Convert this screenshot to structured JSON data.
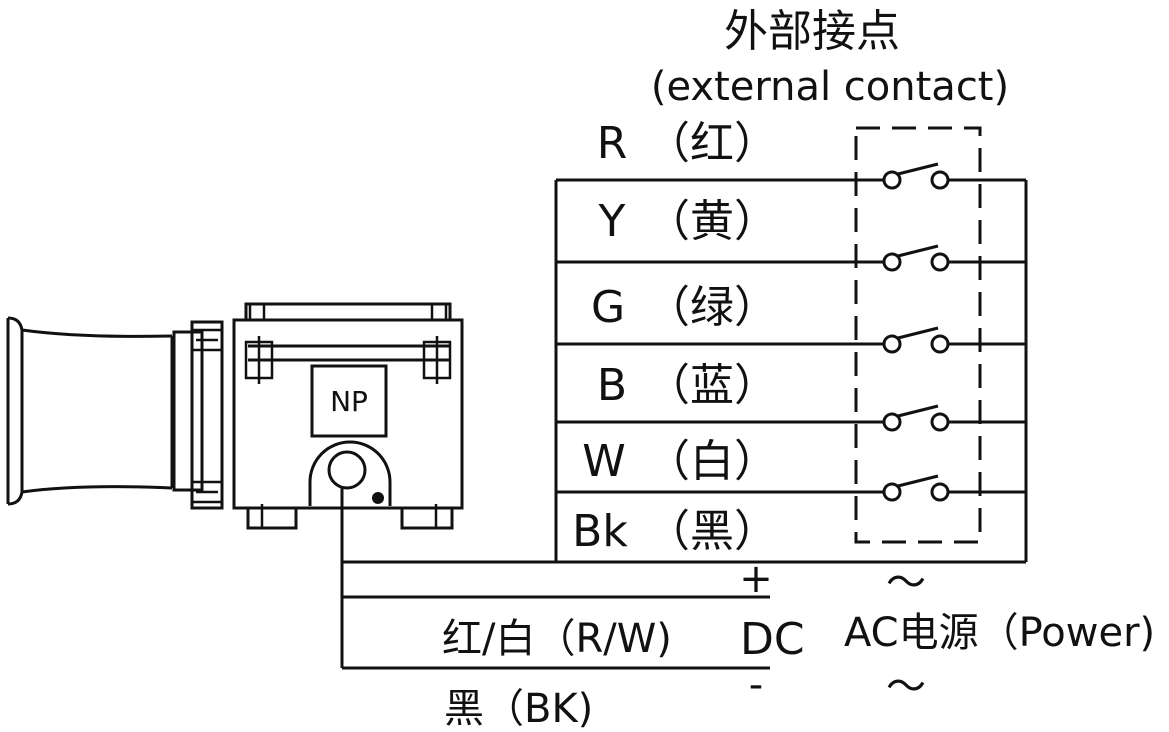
{
  "header": {
    "title_cn": "外部接点",
    "title_en": "(external contact)"
  },
  "device": {
    "label": "NP"
  },
  "wires": [
    {
      "code": "R",
      "color_cn": "（红）"
    },
    {
      "code": "Y",
      "color_cn": "（黄）"
    },
    {
      "code": "G",
      "color_cn": "（绿）"
    },
    {
      "code": "B",
      "color_cn": "（蓝）"
    },
    {
      "code": "W",
      "color_cn": "（白）"
    },
    {
      "code": "Bk",
      "color_cn": "（黑）"
    }
  ],
  "power": {
    "plus": "+",
    "minus": "-",
    "red_white": "红/白（R/W)",
    "black": "黑（BK)",
    "dc": "DC",
    "ac_symbol": "～",
    "ac_label": "AC电源（Power)"
  }
}
